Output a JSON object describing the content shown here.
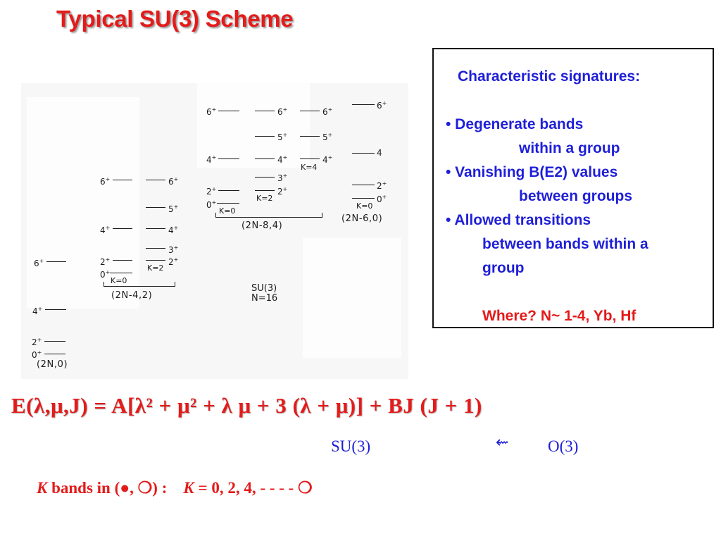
{
  "title": "Typical SU(3) Scheme",
  "diagram": {
    "groups": [
      {
        "label": "(2N,0)",
        "levels": [
          {
            "spin": "6",
            "parity": "+"
          },
          {
            "spin": "4",
            "parity": "+"
          },
          {
            "spin": "2",
            "parity": "+"
          },
          {
            "spin": "0",
            "parity": "+"
          }
        ]
      },
      {
        "label": "(2N-4,2)",
        "bands": [
          {
            "k_label": "K=0",
            "levels": [
              "6+",
              "4+",
              "2+",
              "0+"
            ]
          },
          {
            "k_label": "K=2",
            "levels": [
              "6+",
              "5+",
              "4+",
              "3+",
              "2+"
            ]
          }
        ]
      },
      {
        "label": "(2N-8,4)",
        "bands": [
          {
            "k_label": "K=0",
            "levels": [
              "6+",
              "4+",
              "2+",
              "0+"
            ]
          },
          {
            "k_label": "K=2",
            "levels": [
              "6+",
              "5+",
              "4+",
              "3+",
              "2+"
            ]
          },
          {
            "k_label": "K=4",
            "levels": [
              "6+",
              "5+",
              "4+"
            ]
          }
        ]
      },
      {
        "label": "(2N-6,0)",
        "bands": [
          {
            "k_label": "K=0",
            "levels": [
              "6+",
              "4",
              "2+",
              "0+"
            ]
          }
        ]
      }
    ],
    "su3_label": "SU(3)",
    "n_label": "N=16"
  },
  "signatures_box": {
    "heading": "Characteristic signatures:",
    "bullet_1_line_1": "• Degenerate bands",
    "bullet_1_line_2": "within a group",
    "bullet_2_line_1": "• Vanishing B(E2) values",
    "bullet_2_line_2": "between groups",
    "bullet_3_line_1": "• Allowed transitions",
    "bullet_3_line_2": "between bands within a",
    "bullet_3_line_3": "group",
    "where_line": "Where?  N~ 1-4, Yb, Hf"
  },
  "formula": "E(λ,μ,J) = A[λ² +  μ² +  λ μ + 3 (λ +  μ)] + BJ (J + 1)",
  "symmetry_row": {
    "left": "SU(3)",
    "arrow": "⇜",
    "right": "O(3)"
  },
  "k_bands_line": {
    "k1": "K",
    "text1": " bands in (",
    "filled_circle": "●",
    "comma": ", ",
    "open_circle": "❍",
    "text2": ") :    ",
    "k2": "K",
    "text3": " = 0, 2, 4, - - - - ",
    "open_circle_2": "❍"
  },
  "colors": {
    "title_red": "#e41b1b",
    "text_blue": "#1f1fd8",
    "diagram_ink": "#1b1b1b"
  }
}
